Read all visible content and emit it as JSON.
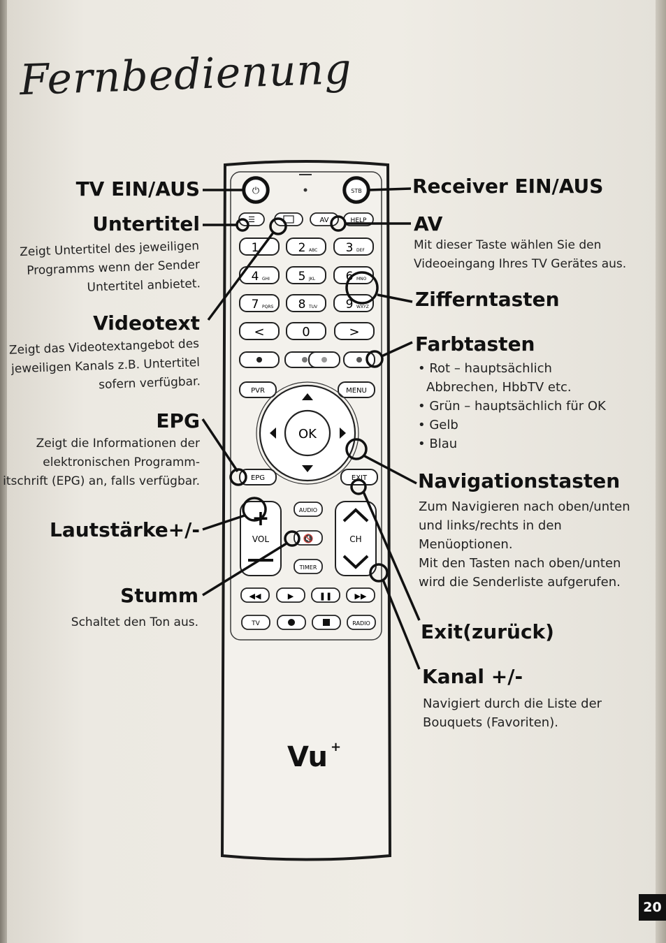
{
  "page_title": "Fernbedienung",
  "page_number": "20",
  "callouts": {
    "tv_power": {
      "label": "TV EIN/AUS"
    },
    "subtitle": {
      "label": "Untertitel",
      "desc": [
        "Zeigt Untertitel des jeweiligen",
        "Programms wenn der Sender",
        "Untertitel anbietet."
      ]
    },
    "videotext": {
      "label": "Videotext",
      "desc": [
        "Zeigt das Videotextangebot des",
        "jeweiligen Kanals z.B. Untertitel",
        "sofern verfügbar."
      ]
    },
    "epg": {
      "label": "EPG",
      "desc": [
        "Zeigt die Informationen der",
        "elektronischen Programm-",
        "itschrift (EPG) an, falls verfügbar."
      ]
    },
    "volume": {
      "label": "Lautstärke+/-"
    },
    "mute": {
      "label": "Stumm",
      "desc": [
        "Schaltet den Ton aus."
      ]
    },
    "receiver_power": {
      "label": "Receiver EIN/AUS"
    },
    "av": {
      "label": "AV",
      "desc": [
        "Mit dieser Taste wählen Sie den",
        "Videoeingang Ihres TV Gerätes aus."
      ]
    },
    "digits": {
      "label": "Zifferntasten"
    },
    "colors": {
      "label": "Farbtasten",
      "items": [
        "• Rot – hauptsächlich",
        "Abbrechen,  HbbTV etc.",
        "• Grün – hauptsächlich für OK",
        "• Gelb",
        "• Blau"
      ]
    },
    "navigation": {
      "label": "Navigationstasten",
      "desc": [
        "Zum Navigieren nach oben/unten",
        "und links/rechts in den",
        "Menüoptionen.",
        "Mit den Tasten nach oben/unten",
        "wird die Senderliste aufgerufen."
      ]
    },
    "exit": {
      "label": "Exit(zurück)"
    },
    "channel": {
      "label": "Kanal +/-",
      "desc": [
        "Navigiert durch die Liste der",
        "Bouquets (Favoriten)."
      ]
    }
  },
  "remote": {
    "brand": "Vu",
    "brand_sup": "+",
    "power_tv_icon": "power-icon",
    "power_stb_label": "STB",
    "av": "AV",
    "help": "HELP",
    "digits": [
      {
        "n": "1",
        "sub": ""
      },
      {
        "n": "2",
        "sub": "ABC"
      },
      {
        "n": "3",
        "sub": "DEF"
      },
      {
        "n": "4",
        "sub": "GHI"
      },
      {
        "n": "5",
        "sub": "JKL"
      },
      {
        "n": "6",
        "sub": "MNO"
      },
      {
        "n": "7",
        "sub": "PQRS"
      },
      {
        "n": "8",
        "sub": "TUV"
      },
      {
        "n": "9",
        "sub": "WXYZ"
      }
    ],
    "zero": "0",
    "prev": "<",
    "next": ">",
    "pvr": "PVR",
    "menu": "MENU",
    "ok": "OK",
    "epg": "EPG",
    "exit": "EXIT",
    "audio": "AUDIO",
    "timer": "TIMER",
    "vol": "VOL",
    "ch": "CH",
    "plus": "+",
    "minus": "—",
    "tv": "TV",
    "radio": "RADIO"
  }
}
